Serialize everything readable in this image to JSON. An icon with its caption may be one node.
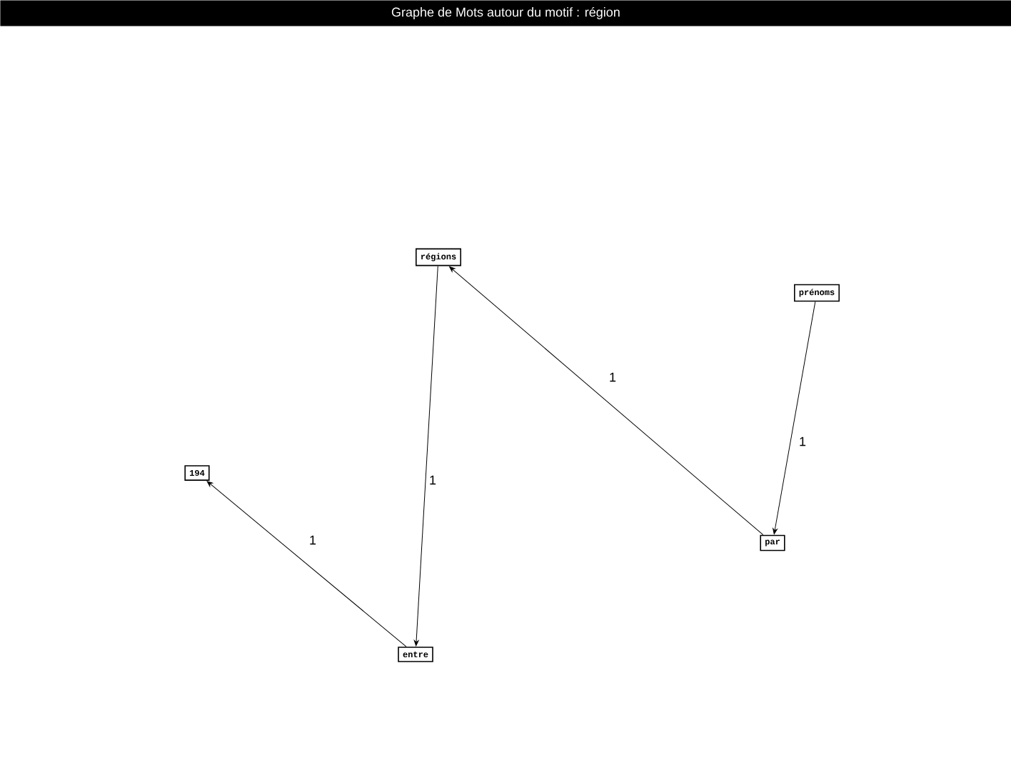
{
  "diagram": {
    "title": "Graphe de Mots autour du motif : région",
    "nodes": [
      {
        "text": [
          "régions"
        ]
      },
      {
        "text": [
          "prénoms"
        ]
      },
      {
        "text": [
          "194"
        ]
      },
      {
        "text": [
          "par"
        ]
      },
      {
        "text": [
          "entre"
        ]
      }
    ],
    "edges": [
      {
        "from": 0,
        "to": 4,
        "arrow": "to",
        "label": "1"
      },
      {
        "from": 3,
        "to": 0,
        "arrow": "to",
        "label": "1"
      },
      {
        "from": 1,
        "to": 3,
        "arrow": "to",
        "label": "1"
      },
      {
        "from": 4,
        "to": 2,
        "arrow": "to",
        "label": "1"
      }
    ]
  }
}
